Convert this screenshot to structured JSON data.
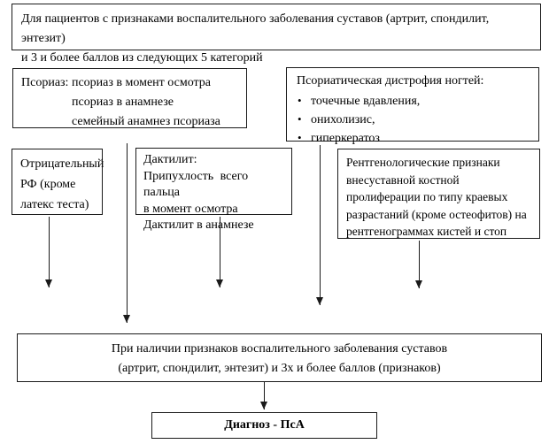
{
  "colors": {
    "background": "#ffffff",
    "border": "#1a1a1a",
    "text": "#000000"
  },
  "bullet_char": "•",
  "boxes": {
    "criteria": {
      "text": "Для пациентов с признаками воспалительного заболевания суставов (артрит, спондилит, энтезит)\nи 3 и более баллов из следующих 5 категорий"
    },
    "psoriasis": {
      "lines": [
        "Псориаз: псориаз в момент осмотра",
        "псориаз в анамнезе",
        "семейный анамнез псориаза"
      ]
    },
    "nail": {
      "title": "Псориатическая дистрофия ногтей:",
      "items": [
        "точечные вдавления,",
        "онихолизис,",
        "гиперкератоз"
      ]
    },
    "rf": {
      "text": "Отрицательный\nРФ (кроме\nлатекс теста)"
    },
    "dactyl": {
      "lines": [
        "Дактилит:",
        "Припухлость всего пальца",
        "в момент осмотра",
        "Дактилит в анамнезе"
      ]
    },
    "xray": {
      "text": "Рентгенологические признаки\nвнесуставной костной\nпролиферации по типу краевых\nразрастаний (кроме остеофитов) на\nрентгенограммах кистей и стоп"
    },
    "main": {
      "text": "При наличии признаков воспалительного заболевания суставов\n(артрит, спондилит, энтезит) и 3х и более баллов (признаков)"
    },
    "diagnosis": {
      "text": "Диагноз - ПсА"
    }
  }
}
